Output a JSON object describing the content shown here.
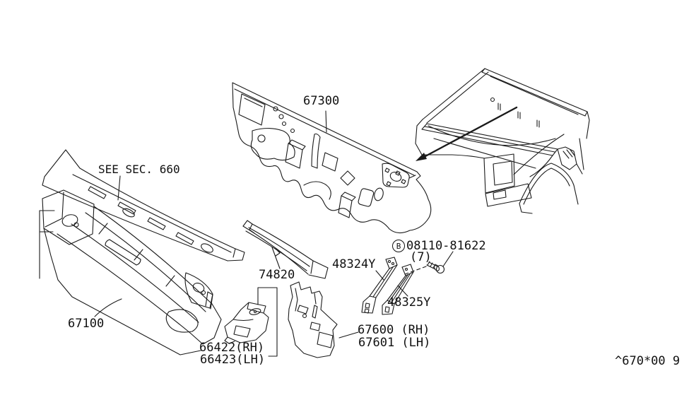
{
  "diagram": {
    "title_code": "^670*00 9",
    "section_reference": "SEE SEC. 660",
    "bolt": {
      "symbol": "B",
      "part_number": "08110-81622",
      "quantity": "(7)"
    },
    "callouts": {
      "dash_panel": "67300",
      "cowl_top_assembly": "67100",
      "dash_upper_reinforce": "74820",
      "brace_rh": "48324Y",
      "brace_lh": "48325Y",
      "cowl_bracket_rh": "66422(RH)",
      "cowl_bracket_lh": "66423(LH)",
      "dash_side_rh": "67600 (RH)",
      "dash_side_lh": "67601 (LH)"
    },
    "colors": {
      "background": "#ffffff",
      "line": "#1a1a1a"
    }
  }
}
